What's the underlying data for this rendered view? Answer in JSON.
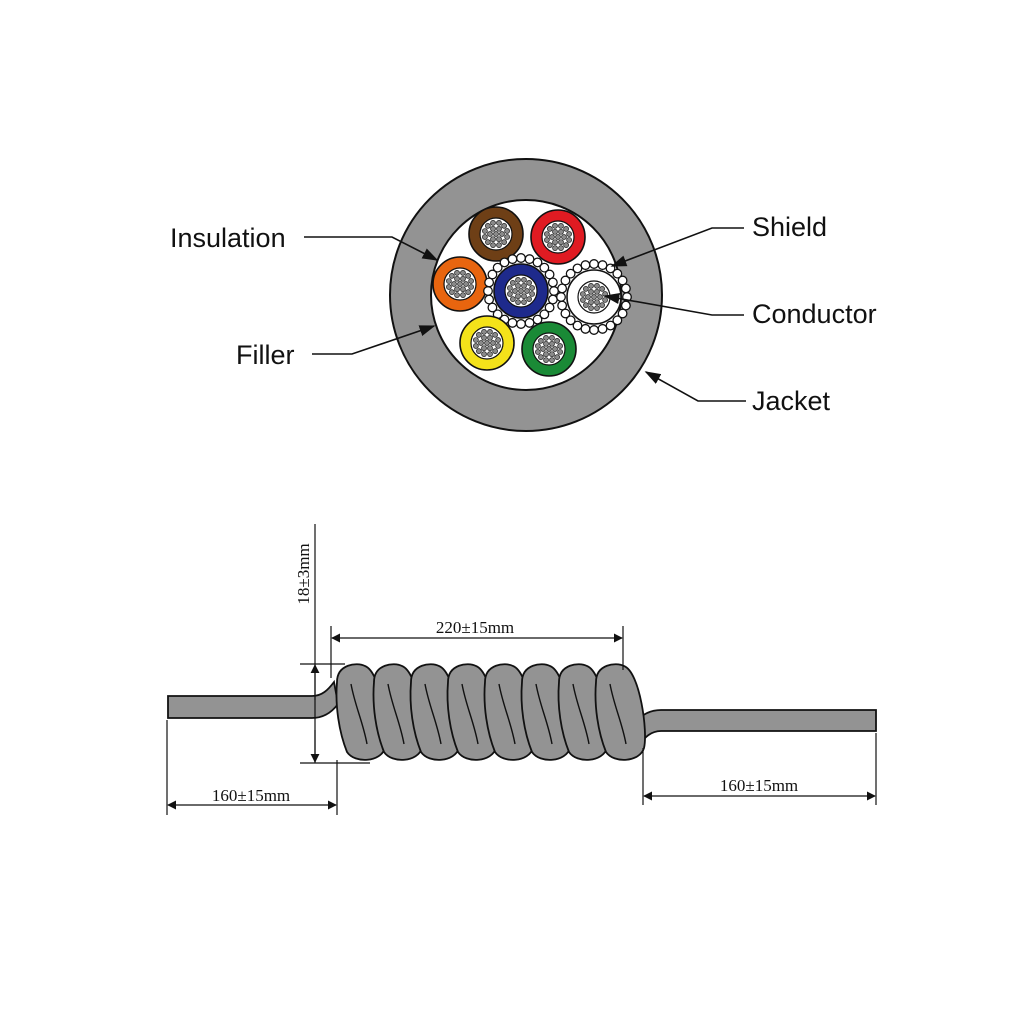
{
  "cross_section": {
    "labels": {
      "insulation": "Insulation",
      "filler": "Filler",
      "shield": "Shield",
      "conductor": "Conductor",
      "jacket": "Jacket"
    },
    "jacket_color": "#939393",
    "filler_color": "#ffffff",
    "conductor_color": "#8a8a8a",
    "cores": [
      {
        "name": "brown",
        "color": "#6e3f16",
        "shielded": false
      },
      {
        "name": "red",
        "color": "#e01b22",
        "shielded": false
      },
      {
        "name": "orange",
        "color": "#e8650f",
        "shielded": false
      },
      {
        "name": "blue",
        "color": "#1e2a8c",
        "shielded": true
      },
      {
        "name": "white",
        "color": "#ffffff",
        "shielded": true
      },
      {
        "name": "yellow",
        "color": "#f4e21a",
        "shielded": false
      },
      {
        "name": "green",
        "color": "#1a8a36",
        "shielded": false
      }
    ]
  },
  "coil": {
    "cord_color": "#939393",
    "dimensions": {
      "coil_diameter": "18±3mm",
      "coil_length": "220±15mm",
      "left_tail": "160±15mm",
      "right_tail": "160±15mm"
    }
  }
}
